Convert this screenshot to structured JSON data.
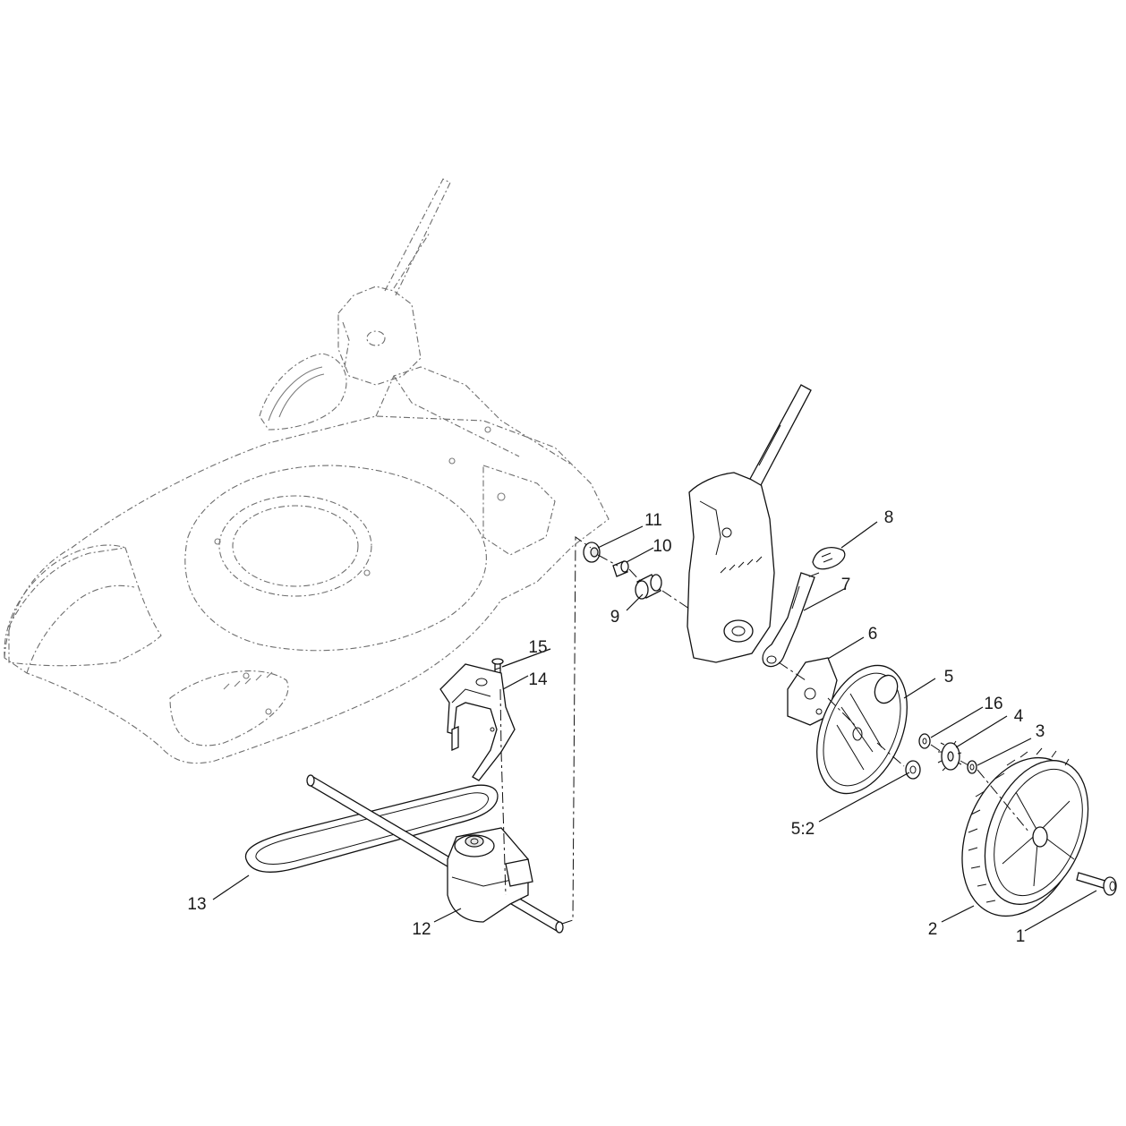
{
  "callouts": [
    {
      "id": "c1",
      "label": "1"
    },
    {
      "id": "c2",
      "label": "2"
    },
    {
      "id": "c3",
      "label": "3"
    },
    {
      "id": "c4",
      "label": "4"
    },
    {
      "id": "c5",
      "label": "5"
    },
    {
      "id": "c52",
      "label": "5:2"
    },
    {
      "id": "c6",
      "label": "6"
    },
    {
      "id": "c7",
      "label": "7"
    },
    {
      "id": "c8",
      "label": "8"
    },
    {
      "id": "c9",
      "label": "9"
    },
    {
      "id": "c10",
      "label": "10"
    },
    {
      "id": "c11",
      "label": "11"
    },
    {
      "id": "c12",
      "label": "12"
    },
    {
      "id": "c13",
      "label": "13"
    },
    {
      "id": "c14",
      "label": "14"
    },
    {
      "id": "c15",
      "label": "15"
    },
    {
      "id": "c16",
      "label": "16"
    }
  ]
}
